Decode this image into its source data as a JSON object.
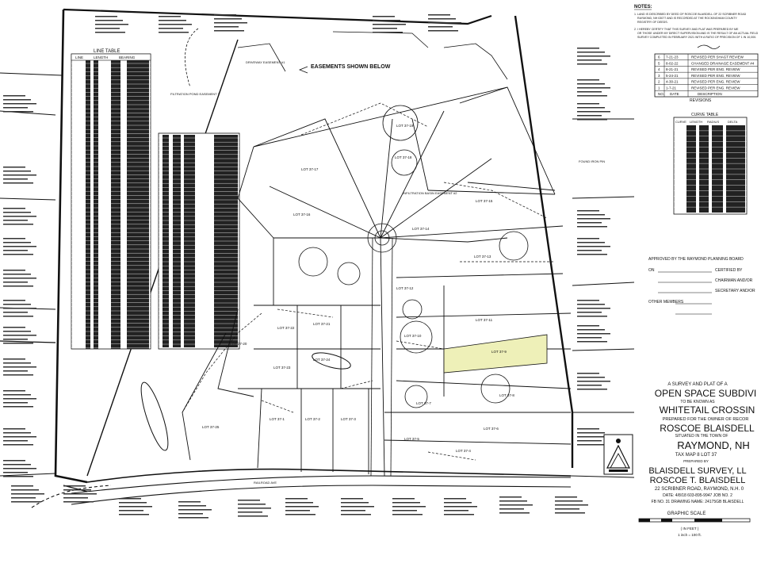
{
  "notes": {
    "heading": "NOTES:",
    "lines": [
      "1. LAND IS DESCRIBED BY DEED OF ROSCOE BLAISDELL OF 22 SCRIBNER ROAD",
      "RAYMOND, NH 03077 AND IS RECORDED AT THE ROCKINGHAM COUNTY",
      "REGISTRY OF DEEDS.",
      "2. I HEREBY CERTIFY THAT THIS SURVEY AND PLAT WAS PREPARED BY ME",
      "OR THOSE UNDER MY DIRECT SUPERVISION AND IS THE RESULT OF AN ACTUAL FIELD",
      "SURVEY COMPLETED IN FEBRUARY 2021 WITH A RATIO OF PRECISION OF 1 IN 10,000."
    ]
  },
  "revisions": {
    "title": "REVISIONS",
    "headers": [
      "NO.",
      "DATE",
      "DESCRIPTION"
    ],
    "rows": [
      [
        "6",
        "7-21-23",
        "REVISED PER SHAGT REVIEW"
      ],
      [
        "5",
        "8-02-22",
        "CHANGED DRAINAGE EASEMENT #4"
      ],
      [
        "4",
        "8-21-21",
        "REVISED PER ENG. REVIEW"
      ],
      [
        "3",
        "5-24-21",
        "REVISED PER ENG. REVIEW"
      ],
      [
        "2",
        "4-30-21",
        "REVISED PER ENG. REVIEW"
      ],
      [
        "1",
        "1-7-21",
        "REVISED PER ENG. REVIEW"
      ]
    ]
  },
  "curve_table": {
    "title": "CURVE TABLE",
    "headers": [
      "CURVE",
      "LENGTH",
      "RADIUS",
      "DELTA"
    ],
    "row_count": 16
  },
  "line_table": {
    "title": "LINE TABLE",
    "headers": [
      "LINE",
      "LENGTH",
      "BEARING"
    ]
  },
  "easements_label": "EASEMENTS SHOWN BELOW",
  "approval": {
    "title": "APPROVED BY THE RAYMOND PLANNING BOARD",
    "on_label": "ON",
    "certified_label": "CERTIFIED BY",
    "chairman_label": "CHAIRMAN AND/OR",
    "secretary_label": "SECRETARY AND/OR",
    "other_label": "OTHER MEMBERS"
  },
  "title_block": {
    "line1": "A SURVEY AND PLAT OF A",
    "line2": "OPEN SPACE SUBDIVI",
    "line3": "TO BE KNOWN AS",
    "line4": "WHITETAIL CROSSIN",
    "line5": "PREPARED FOR THE OWNER OF RECOR",
    "line6": "ROSCOE BLAISDELL",
    "line7": "SITUATED IN THE TOWN OF",
    "line8": "RAYMOND, NH",
    "line9": "TAX MAP 8 LOT 37",
    "line10": "PREPARED BY",
    "firm1": "BLAISDELL SURVEY, LL",
    "firm2": "ROSCOE T. BLAISDELL",
    "firm3": "22 SCRIBNER ROAD, RAYMOND, N.H. 0",
    "firm4": "DATE: 4/8/18   603-895-9947   JOB NO. 2",
    "firm5": "FB NO. 31 DRAWING NAME: 24175GB  BLAISDELL"
  },
  "graphic_scale": {
    "title": "GRAPHIC SCALE",
    "unit": "( IN FEET )",
    "ratio": "1 inch = 100 ft."
  },
  "lot_labels": [
    "LOT 37-19",
    "LOT 37-18",
    "LOT 37-17",
    "LOT 37-16",
    "LOT 37-15",
    "LOT 37-14",
    "LOT 37-13",
    "LOT 37-12",
    "LOT 37-11",
    "LOT 37-10",
    "LOT 37-9",
    "LOT 37-8",
    "LOT 37-7",
    "LOT 37-6",
    "LOT 37-5",
    "LOT 37-4",
    "LOT 37-3",
    "LOT 37-2",
    "LOT 37-1",
    "LOT 37-20",
    "LOT 37-21",
    "LOT 37-22",
    "LOT 37-23",
    "LOT 37-24",
    "LOT 37-25"
  ],
  "road_labels": [
    "RAILROAD AVE",
    "DRIVEWAY EASEMENT #1",
    "INFILTRATION BASIN EASEMENT #2",
    "FILTRATION POND EASEMENT 1",
    "FOUND IRON PIN"
  ],
  "colors": {
    "ink": "#111111",
    "highlight": "#eef0b8",
    "paper": "#ffffff"
  }
}
